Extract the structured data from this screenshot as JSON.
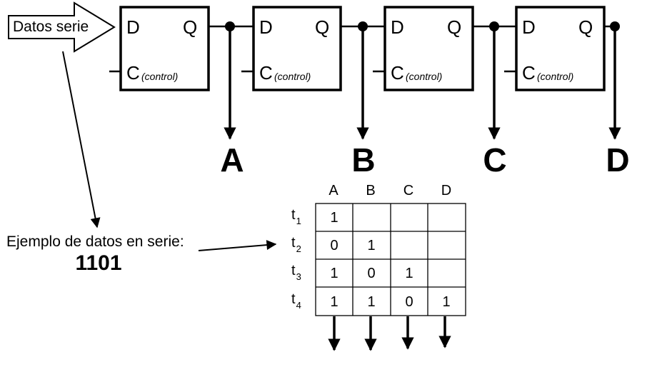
{
  "input_label": "Datos serie",
  "flip_flops": [
    {
      "d": "D",
      "q": "Q",
      "c": "C",
      "c_sub": "(control)"
    },
    {
      "d": "D",
      "q": "Q",
      "c": "C",
      "c_sub": "(control)"
    },
    {
      "d": "D",
      "q": "Q",
      "c": "C",
      "c_sub": "(control)"
    },
    {
      "d": "D",
      "q": "Q",
      "c": "C",
      "c_sub": "(control)"
    }
  ],
  "outputs": [
    "A",
    "B",
    "C",
    "D"
  ],
  "example": {
    "label": "Ejemplo de datos en serie:",
    "value": "1101"
  },
  "table": {
    "headers": [
      "A",
      "B",
      "C",
      "D"
    ],
    "time_prefix": "t",
    "times": [
      "1",
      "2",
      "3",
      "4"
    ],
    "rows": [
      [
        "1",
        "",
        "",
        ""
      ],
      [
        "0",
        "1",
        "",
        ""
      ],
      [
        "1",
        "0",
        "1",
        ""
      ],
      [
        "1",
        "1",
        "0",
        "1"
      ]
    ]
  }
}
